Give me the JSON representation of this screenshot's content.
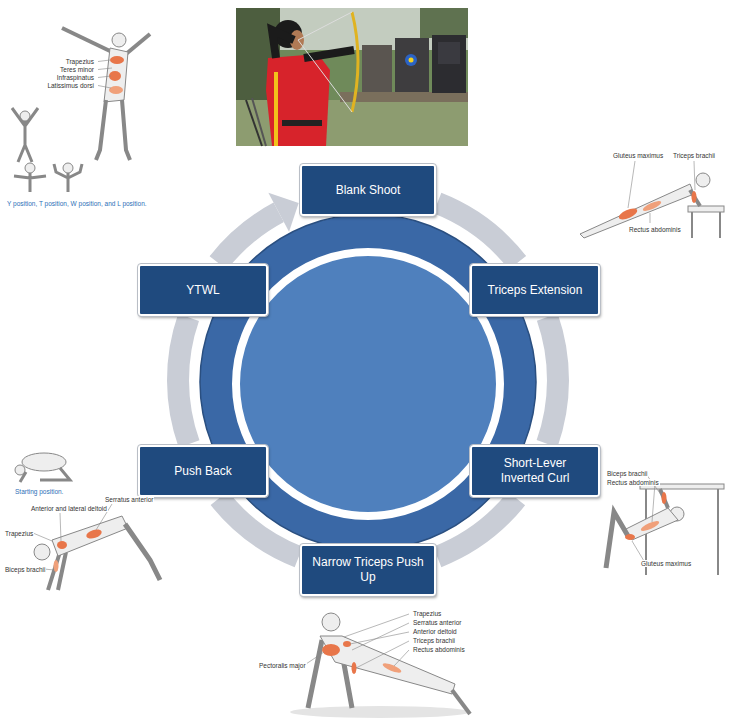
{
  "diagram": {
    "nodes": [
      {
        "text": [
          "Blank Shoot"
        ]
      },
      {
        "text": [
          "Triceps Extension"
        ]
      },
      {
        "text": [
          "Short-Lever Inverted Curl"
        ]
      },
      {
        "text": [
          "Narrow Triceps Push Up"
        ]
      },
      {
        "text": [
          "Push Back"
        ]
      },
      {
        "text": [
          "YTWL"
        ]
      }
    ],
    "edges": [
      {
        "from": 0,
        "to": 1,
        "arrow": "none"
      },
      {
        "from": 1,
        "to": 2,
        "arrow": "none"
      },
      {
        "from": 2,
        "to": 3,
        "arrow": "none"
      },
      {
        "from": 3,
        "to": 4,
        "arrow": "none"
      },
      {
        "from": 4,
        "to": 5,
        "arrow": "none"
      },
      {
        "from": 5,
        "to": 0,
        "arrow": "to"
      }
    ],
    "labels": [
      "Trapezius",
      "Teres minor",
      "Infraspinatus",
      "Latissimus dorsi",
      "Y position, T position, W position, and L position.",
      "Gluteus maximus",
      "Triceps brachii",
      "Rectus abdominis",
      "Biceps brachii",
      "Rectus abdominis",
      "Gluteus maximus",
      "Starting position.",
      "Serratus anterior",
      "Biceps brachii",
      "Anterior and lateral deltoid",
      "Trapezius",
      "Trapezius",
      "Serratus anterior",
      "Anterior deltoid",
      "Triceps brachii",
      "Rectus abdominis",
      "Pectoralis major"
    ]
  }
}
